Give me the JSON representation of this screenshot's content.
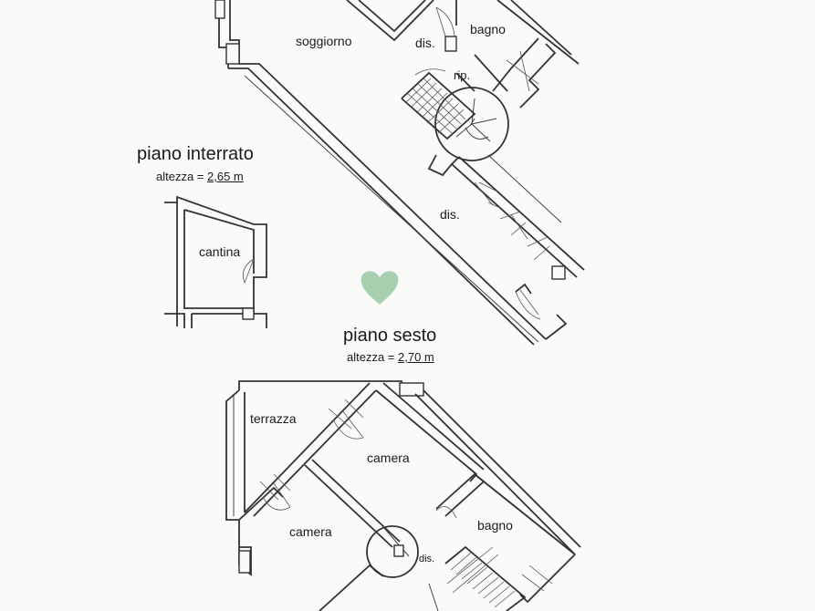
{
  "heart_color": "#a8cfb0",
  "upper_floor": {
    "rooms": {
      "soggiorno": "soggiorno",
      "bagno": "bagno",
      "dis_top": "dis.",
      "rip": "rip.",
      "dis_mid": "dis."
    }
  },
  "basement": {
    "title": "piano interrato",
    "height_prefix": "altezza = ",
    "height_value": "2,65 m",
    "room": "cantina"
  },
  "sixth_floor": {
    "title": "piano sesto",
    "height_prefix": "altezza = ",
    "height_value": "2,70 m",
    "rooms": {
      "terrazza": "terrazza",
      "camera_upper": "camera",
      "camera_lower": "camera",
      "bagno": "bagno",
      "dis": "dis."
    }
  }
}
